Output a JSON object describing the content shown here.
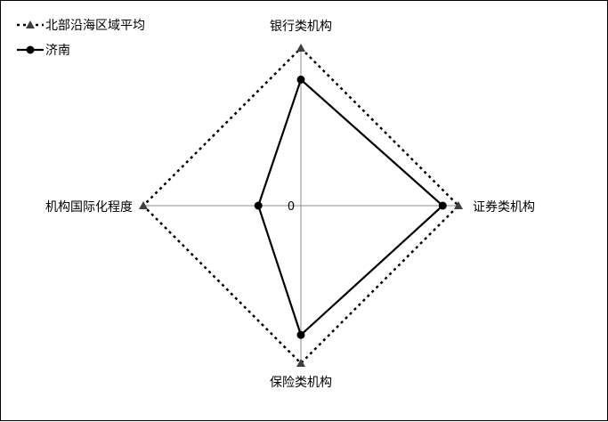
{
  "chart_data": {
    "type": "radar",
    "axes": [
      "银行类机构",
      "证券类机构",
      "保险类机构",
      "机构国际化程度"
    ],
    "rmax": 1,
    "center_tick_label": "0",
    "legend_position": "top-left",
    "series": [
      {
        "name": "北部沿海区域平均",
        "values": [
          1.0,
          1.0,
          1.0,
          1.0
        ],
        "line_style": "dotted",
        "marker": "triangle",
        "color": "#000000",
        "marker_color": "#404040"
      },
      {
        "name": "济南",
        "values": [
          0.8,
          0.9,
          0.82,
          0.27
        ],
        "line_style": "solid",
        "marker": "circle",
        "color": "#000000",
        "marker_color": "#000000"
      }
    ]
  }
}
